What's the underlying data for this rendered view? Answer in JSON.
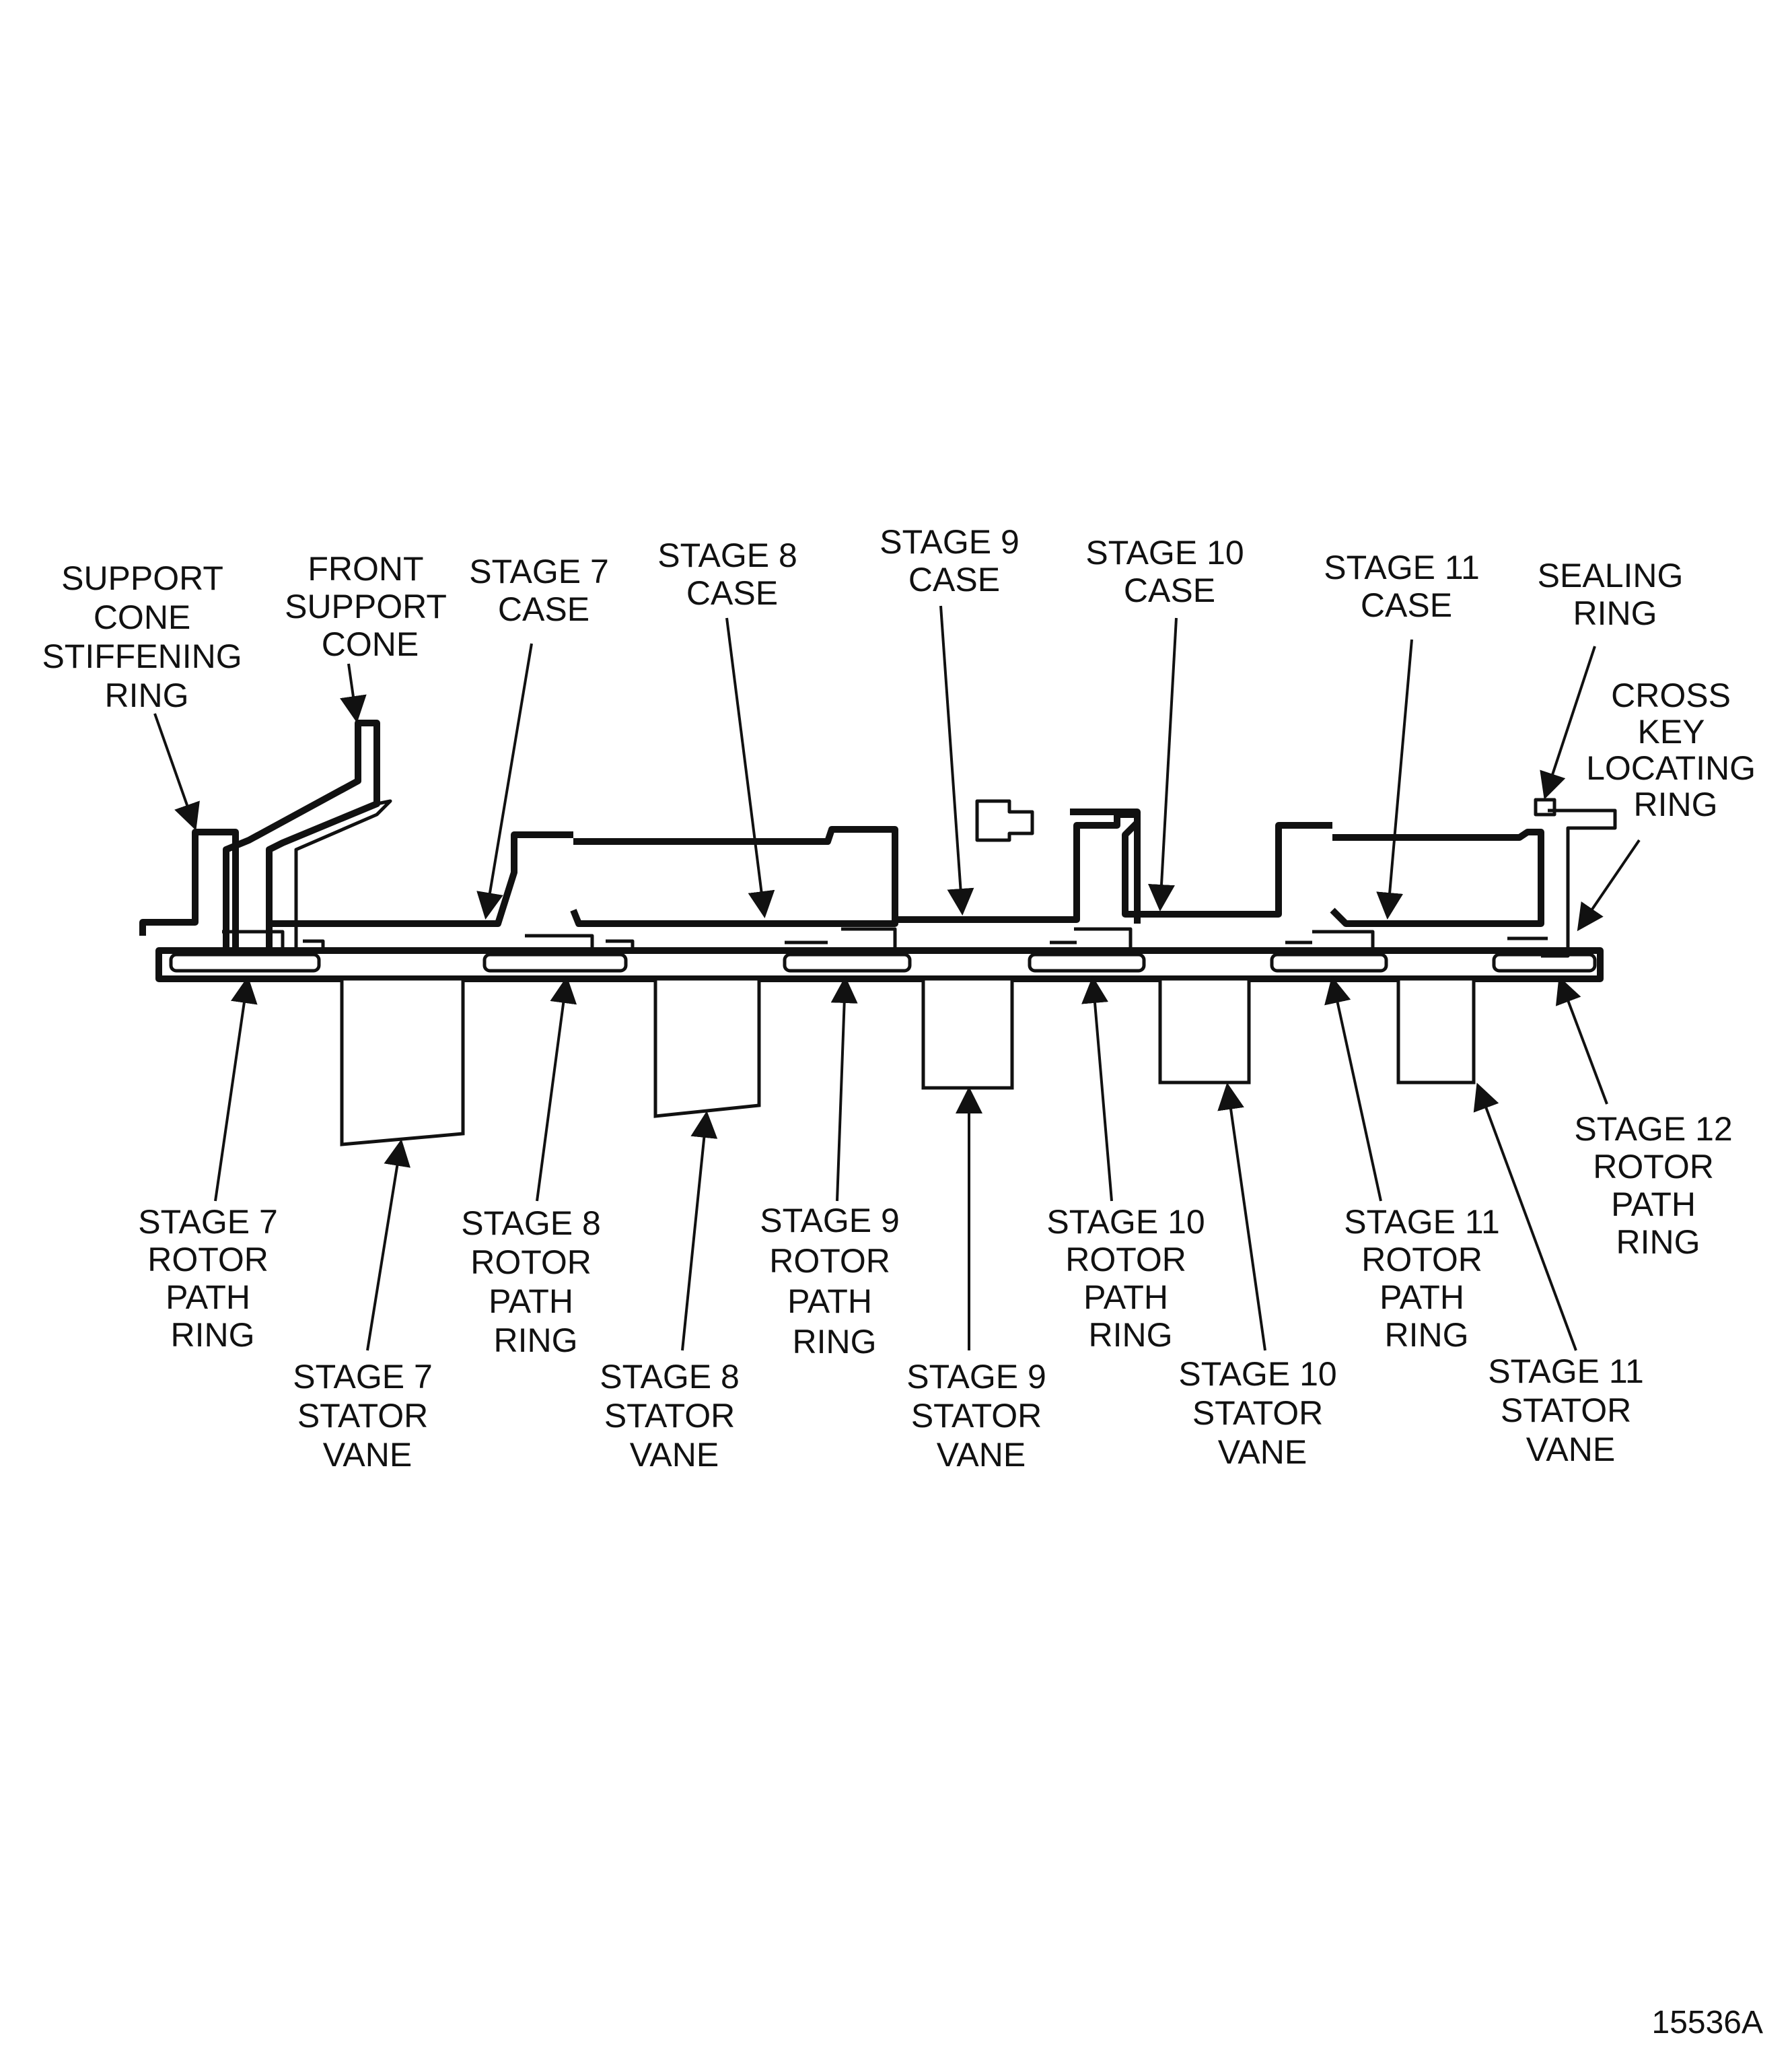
{
  "labels": [
    {
      "id": "support-cone-stiffening-ring",
      "lines": [
        "SUPPORT",
        "CONE",
        "STIFFENING",
        "RING"
      ]
    },
    {
      "id": "front-support-cone",
      "lines": [
        "FRONT",
        "SUPPORT",
        "CONE"
      ]
    },
    {
      "id": "stage7-case",
      "lines": [
        "STAGE 7",
        "CASE"
      ]
    },
    {
      "id": "stage8-case",
      "lines": [
        "STAGE 8",
        "CASE"
      ]
    },
    {
      "id": "stage9-case",
      "lines": [
        "STAGE 9",
        "CASE"
      ]
    },
    {
      "id": "stage10-case",
      "lines": [
        "STAGE 10",
        "CASE"
      ]
    },
    {
      "id": "stage11-case",
      "lines": [
        "STAGE 11",
        "CASE"
      ]
    },
    {
      "id": "sealing-ring",
      "lines": [
        "SEALING",
        "RING"
      ]
    },
    {
      "id": "cross-key-locating-ring",
      "lines": [
        "CROSS",
        "KEY",
        "LOCATING",
        "RING"
      ]
    },
    {
      "id": "stage7-rotor-path-ring",
      "lines": [
        "STAGE 7",
        "ROTOR",
        "PATH",
        "RING"
      ]
    },
    {
      "id": "stage8-rotor-path-ring",
      "lines": [
        "STAGE 8",
        "ROTOR",
        "PATH",
        "RING"
      ]
    },
    {
      "id": "stage9-rotor-path-ring",
      "lines": [
        "STAGE 9",
        "ROTOR",
        "PATH",
        "RING"
      ]
    },
    {
      "id": "stage10-rotor-path-ring",
      "lines": [
        "STAGE 10",
        "ROTOR",
        "PATH",
        "RING"
      ]
    },
    {
      "id": "stage11-rotor-path-ring",
      "lines": [
        "STAGE 11",
        "ROTOR",
        "PATH",
        "RING"
      ]
    },
    {
      "id": "stage12-rotor-path-ring",
      "lines": [
        "STAGE 12",
        "ROTOR",
        "PATH",
        "RING"
      ]
    },
    {
      "id": "stage7-stator-vane",
      "lines": [
        "STAGE 7",
        "STATOR",
        "VANE"
      ]
    },
    {
      "id": "stage8-stator-vane",
      "lines": [
        "STAGE 8",
        "STATOR",
        "VANE"
      ]
    },
    {
      "id": "stage9-stator-vane",
      "lines": [
        "STAGE 9",
        "STATOR",
        "VANE"
      ]
    },
    {
      "id": "stage10-stator-vane",
      "lines": [
        "STAGE 10",
        "STATOR",
        "VANE"
      ]
    },
    {
      "id": "stage11-stator-vane",
      "lines": [
        "STAGE 11",
        "STATOR",
        "VANE"
      ]
    }
  ],
  "figure_number": "15536A"
}
